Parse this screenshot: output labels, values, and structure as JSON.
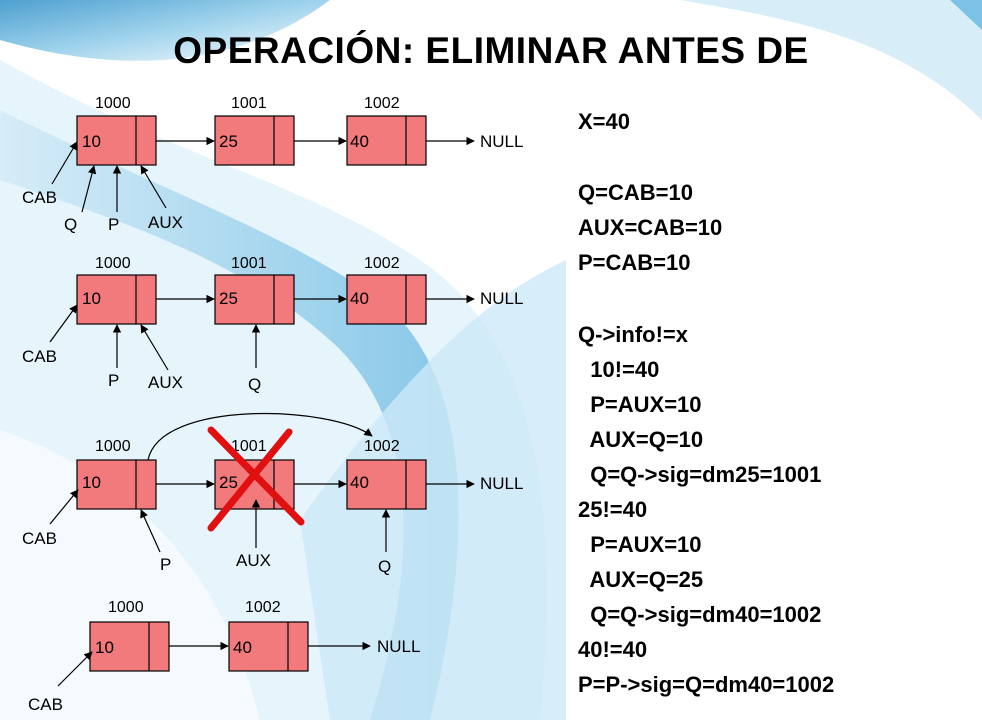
{
  "title": "OPERACIÓN: ELIMINAR ANTES DE",
  "colors": {
    "node_fill": "#f2797c",
    "cross": "#e01010",
    "bg_blue": "#9fd3ee"
  },
  "rows": [
    {
      "nodes": [
        {
          "addr": "1000",
          "value": "10"
        },
        {
          "addr": "1001",
          "value": "25"
        },
        {
          "addr": "1002",
          "value": "40"
        }
      ],
      "null_label": "NULL",
      "pointers": [
        "CAB",
        "Q",
        "P",
        "AUX"
      ]
    },
    {
      "nodes": [
        {
          "addr": "1000",
          "value": "10"
        },
        {
          "addr": "1001",
          "value": "25"
        },
        {
          "addr": "1002",
          "value": "40"
        }
      ],
      "null_label": "NULL",
      "pointers": [
        "CAB",
        "P",
        "AUX",
        "Q"
      ]
    },
    {
      "nodes": [
        {
          "addr": "1000",
          "value": "10"
        },
        {
          "addr": "1001",
          "value": "25"
        },
        {
          "addr": "1002",
          "value": "40"
        }
      ],
      "null_label": "NULL",
      "pointers": [
        "CAB",
        "P",
        "AUX",
        "Q"
      ]
    },
    {
      "nodes": [
        {
          "addr": "1000",
          "value": "10"
        },
        {
          "addr": "1002",
          "value": "40"
        }
      ],
      "null_label": "NULL",
      "pointers": [
        "CAB"
      ]
    }
  ],
  "code_lines": [
    "X=40",
    "",
    "Q=CAB=10",
    "AUX=CAB=10",
    "P=CAB=10",
    "",
    "Q->info!=x",
    "  10!=40",
    "  P=AUX=10",
    "  AUX=Q=10",
    "  Q=Q->sig=dm25=1001",
    "25!=40",
    "  P=AUX=10",
    "  AUX=Q=25",
    "  Q=Q->sig=dm40=1002",
    "40!=40",
    "P=P->sig=Q=dm40=1002"
  ]
}
